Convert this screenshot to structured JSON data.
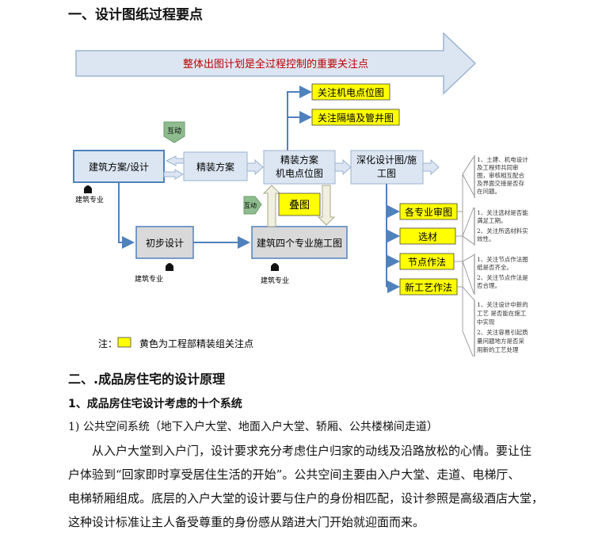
{
  "section1": {
    "title": "一、设计图纸过程要点"
  },
  "diagram": {
    "banner": "整体出图计划是全过程控制的重要关注点",
    "boxes": {
      "arch_scheme": "建筑方案/设计",
      "fitout_scheme": "精装方案",
      "fitout_mep_line1": "精装方案",
      "fitout_mep_line2": "机电点位图",
      "deepen_line1": "深化设计图/施",
      "deepen_line2": "工图",
      "prelim": "初步设计",
      "four_disciplines": "建筑四个专业施工图"
    },
    "yellow_boxes": {
      "mep_points": "关注机电点位图",
      "partition_shaft": "关注隔墙及管井图",
      "overlay": "叠图",
      "discipline_review": "各专业审图",
      "materials": "选材",
      "node_method": "节点作法",
      "new_process": "新工艺作法"
    },
    "tags": {
      "interact": "互动",
      "interact_v": "互动"
    },
    "discipline_labels": [
      "建筑专业",
      "建筑专业",
      "建筑专业"
    ],
    "notes": [
      [
        "1、土建、机电设计",
        "及工程师共同审",
        "图，审核相互配合",
        "及界面交接是否存",
        "在问题。"
      ],
      [
        "1、关注选材是否能",
        "满足工期。",
        "2、关注所选材料实",
        "效性。"
      ],
      [
        "1、关注节点作法图",
        "纸是否齐全。",
        "2、关注节点作法是",
        "否合理。"
      ],
      [
        "1、关注设计中新的",
        "工艺 是否能在施工",
        "中实现",
        "2、关注容易引起质",
        "量问题地方是否采",
        "用新的工艺处理"
      ]
    ],
    "legend": {
      "prefix": "注：",
      "text": "黄色为工程部精装组关注点"
    },
    "colors": {
      "box_fill": "#dce6f2",
      "gray_fill": "#d9d9d9",
      "yellow": "#ffff00",
      "border_blue": "#4f81bd",
      "tag_green": "#8fbc8f"
    }
  },
  "section2": {
    "title": "二、.成品房住宅的设计原理",
    "subtitle": "1、成品房住宅设计考虑的十个系统",
    "item1": "1) 公共空间系统（地下入户大堂、地面入户大堂、轿厢、公共楼梯间走道）",
    "paragraph": [
      "从入户大堂到入户门，设计要求充分考虑住户归家的动线及沿路放松的心情。要让住",
      "户体验到“回家即时享受居住生活的开始”。公共空间主要由入户大堂、走道、电梯厅、",
      "电梯轿厢组成。底层的入户大堂的设计要与住户的身份相匹配，设计参照是高级酒店大堂，",
      "这种设计标准让主人备受尊重的身份感从踏进大门开始就迎面而来。"
    ]
  }
}
